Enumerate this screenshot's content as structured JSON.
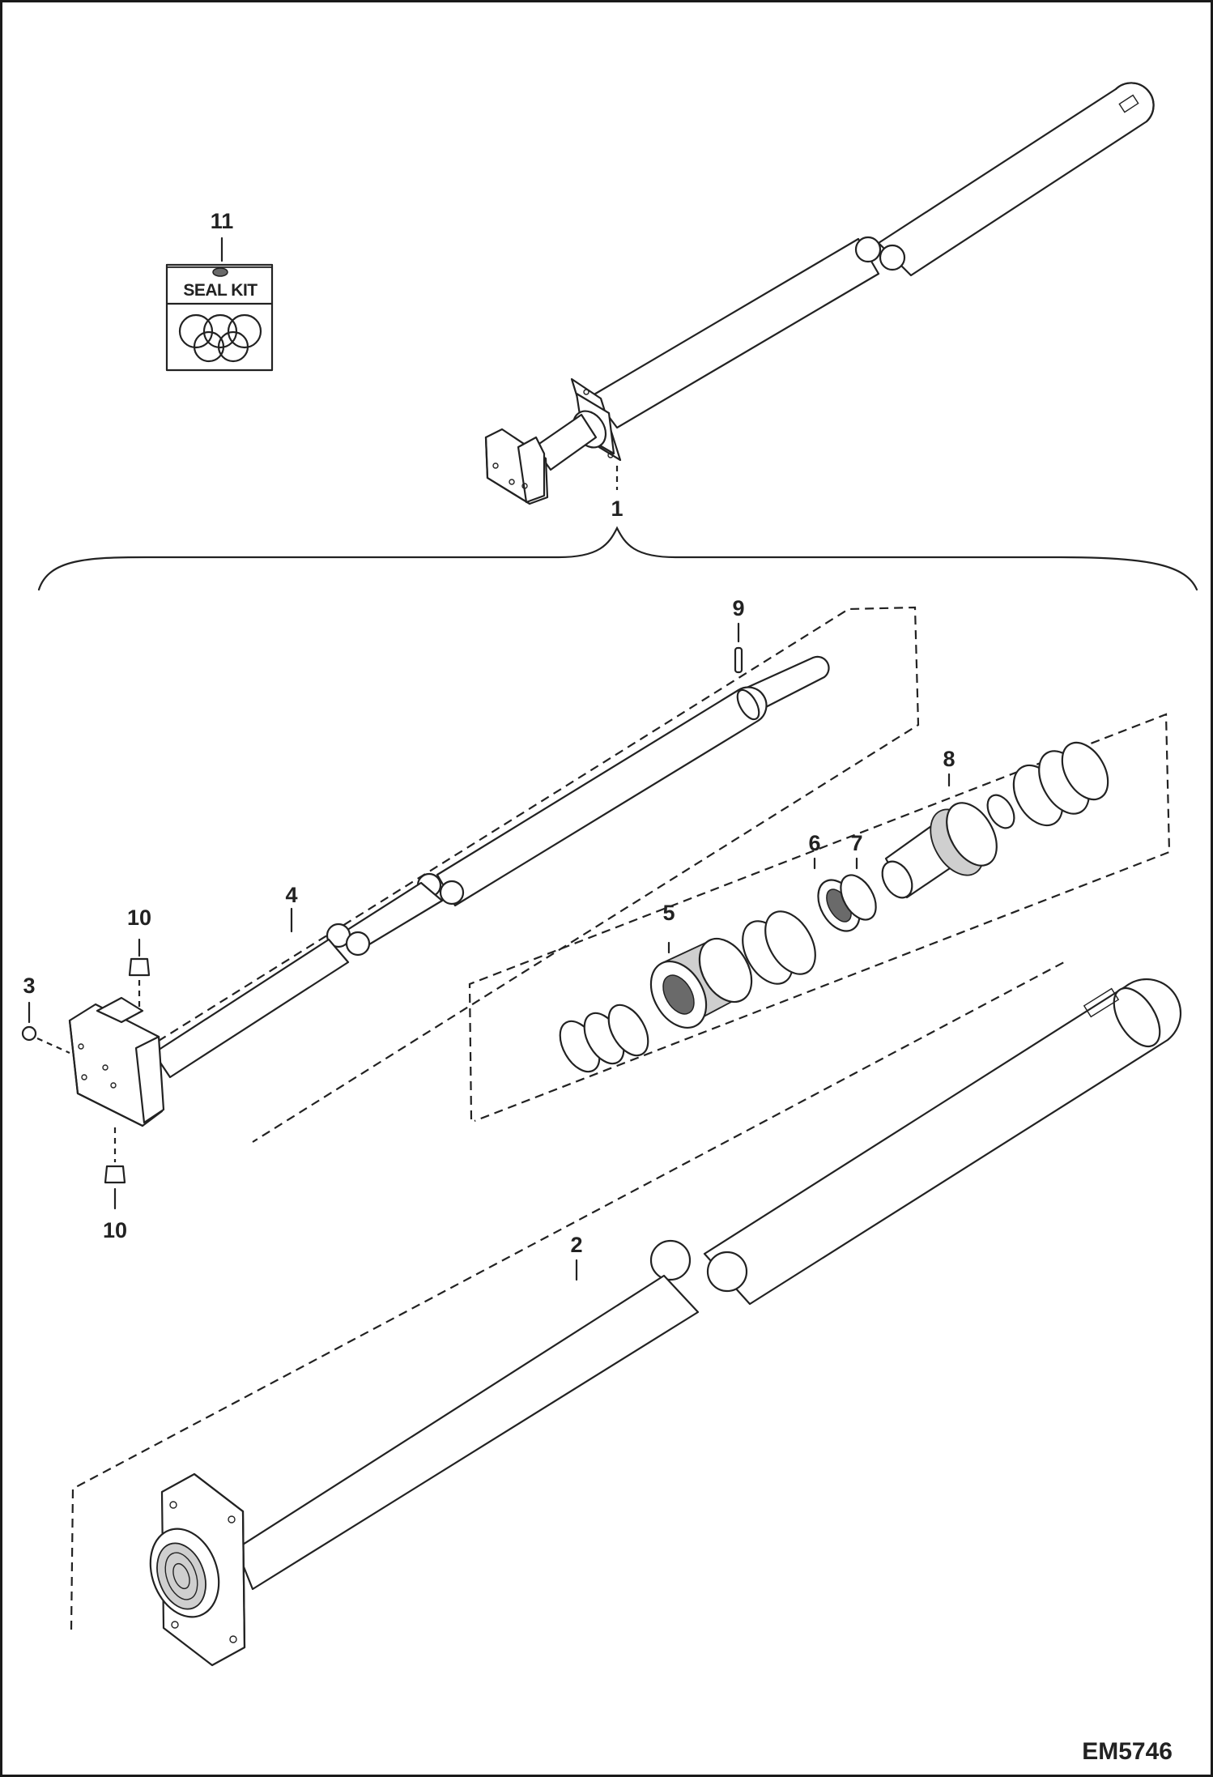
{
  "drawing_id": "EM5746",
  "seal_kit_label": "SEAL KIT",
  "callouts": {
    "c1": "1",
    "c2": "2",
    "c3": "3",
    "c4": "4",
    "c5": "5",
    "c6": "6",
    "c7": "7",
    "c8": "8",
    "c9": "9",
    "c10a": "10",
    "c10b": "10",
    "c11": "11"
  }
}
